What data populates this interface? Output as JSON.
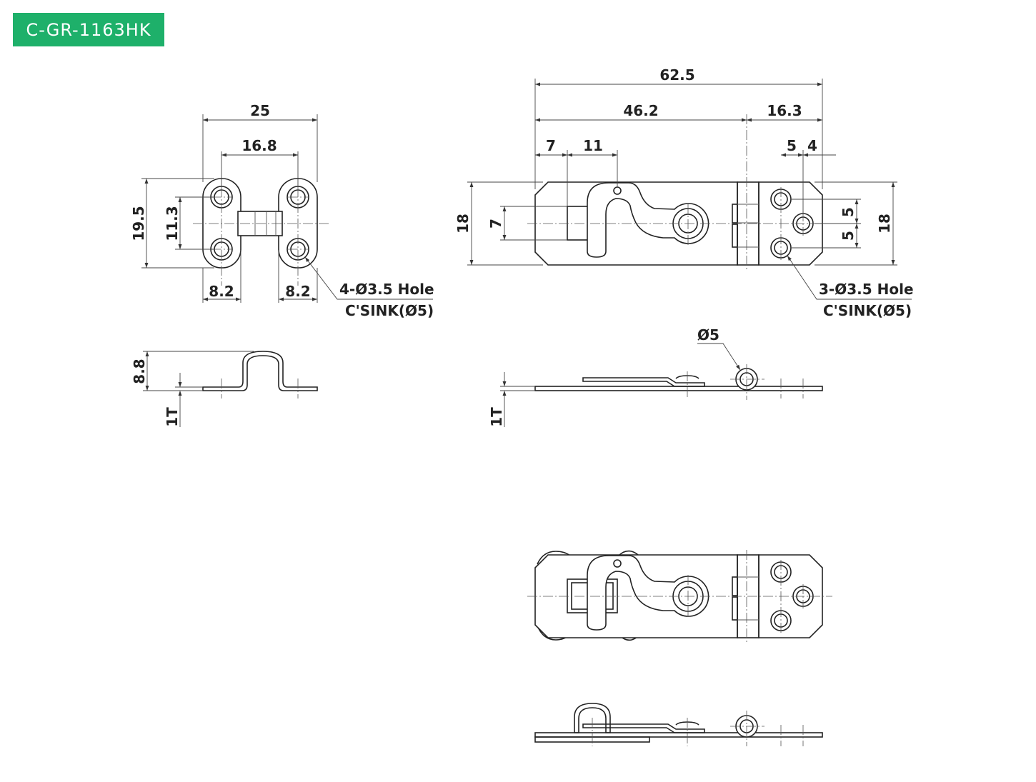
{
  "part_number": "C-GR-1163HK",
  "dims": {
    "left": {
      "w25": "25",
      "w16_8": "16.8",
      "h19_5": "19.5",
      "h11_3": "11.3",
      "w8_2a": "8.2",
      "w8_2b": "8.2",
      "hole_line1": "4-Ø3.5 Hole",
      "hole_line2": "C'SINK(Ø5)",
      "h8_8": "8.8",
      "t1": "1T"
    },
    "right": {
      "w62_5": "62.5",
      "w46_2": "46.2",
      "w16_3": "16.3",
      "w7": "7",
      "w11": "11",
      "w5": "5",
      "w4": "4",
      "h18a": "18",
      "h7": "7",
      "h5a": "5",
      "h5b": "5",
      "h18b": "18",
      "hole_line1": "3-Ø3.5 Hole",
      "hole_line2": "C'SINK(Ø5)",
      "d5": "Ø5",
      "t1": "1T"
    }
  }
}
